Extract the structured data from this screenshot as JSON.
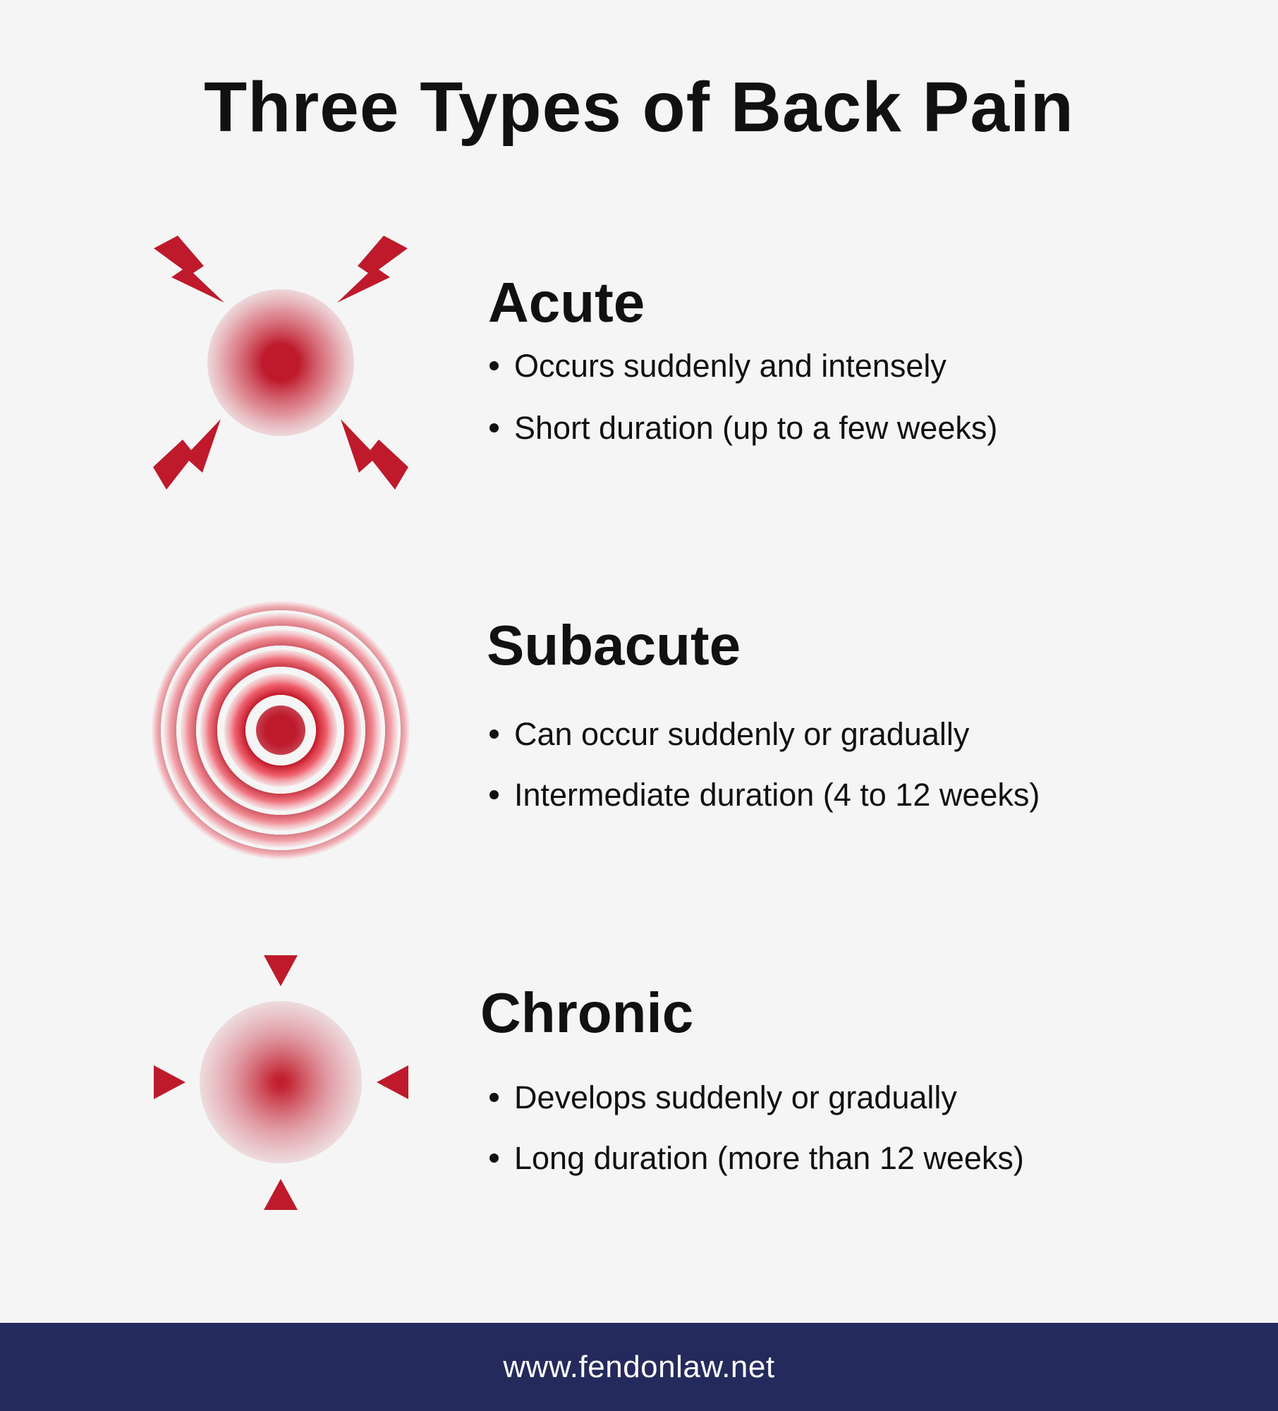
{
  "title": "Three Types of Back Pain",
  "accent_color": "#be1a2c",
  "sections": [
    {
      "heading": "Acute",
      "icon": "lightning-pain-icon",
      "bullets": [
        "Occurs suddenly and intensely",
        "Short duration (up to a few weeks)"
      ]
    },
    {
      "heading": "Subacute",
      "icon": "concentric-rings-pain-icon",
      "bullets": [
        "Can occur suddenly or gradually",
        "Intermediate duration (4 to 12 weeks)"
      ]
    },
    {
      "heading": "Chronic",
      "icon": "arrows-inward-pain-icon",
      "bullets": [
        "Develops suddenly or gradually",
        "Long duration (more than 12 weeks)"
      ]
    }
  ],
  "footer": {
    "url": "www.fendonlaw.net",
    "background": "#252a5c"
  }
}
